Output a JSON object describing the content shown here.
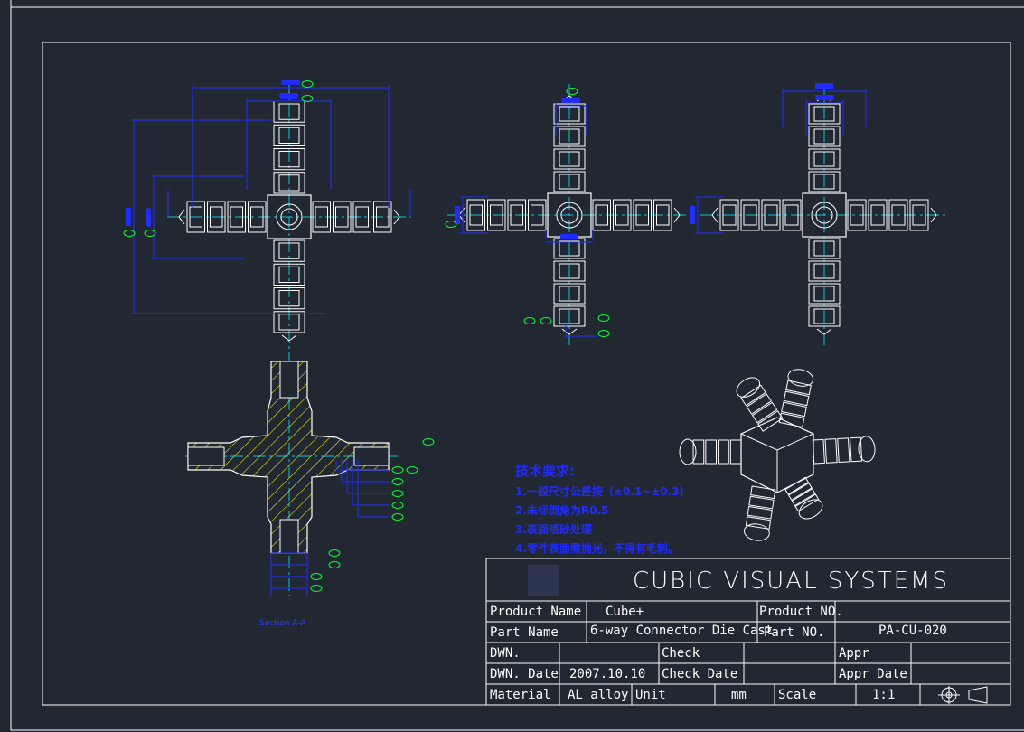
{
  "colors": {
    "background": "#222831",
    "frame": "#ffffff",
    "part_line": "#ffffff",
    "dimension": "#1f2bff",
    "centerline": "#00c8d8",
    "hatch": "#e8e800",
    "balloon": "#00ff33",
    "notes_text": "#1f2bff"
  },
  "notes": {
    "title": "技术要求:",
    "items": [
      "1.一般尺寸公差按（±0.1~±0.3）",
      "2.未标倒角为R0.5",
      "3.表面喷砂处理",
      "4.零件表面需抛光，不得有毛刺。"
    ]
  },
  "section_label": "Section A-A",
  "title_block": {
    "company": "CUBIC    VISUAL    SYSTEMS",
    "product_name_label": "Product Name",
    "product_name_value": "Cube+",
    "product_no_label": "Product NO.",
    "part_name_label": "Part  Name",
    "part_name_value": "6-way Connector Die Cast",
    "part_no_label": "Part  NO.",
    "part_no_value": "PA-CU-020",
    "dwn_label": "DWN.",
    "check_label": "Check",
    "appr_label": "Appr",
    "dwn_date_label": "DWN. Date",
    "dwn_date_value": "2007.10.10",
    "check_date_label": "Check Date",
    "appr_date_label": "Appr Date",
    "material_label": "Material",
    "material_value": "AL alloy",
    "unit_label": "Unit",
    "unit_value": "mm",
    "scale_label": "Scale",
    "scale_value": "1:1"
  }
}
